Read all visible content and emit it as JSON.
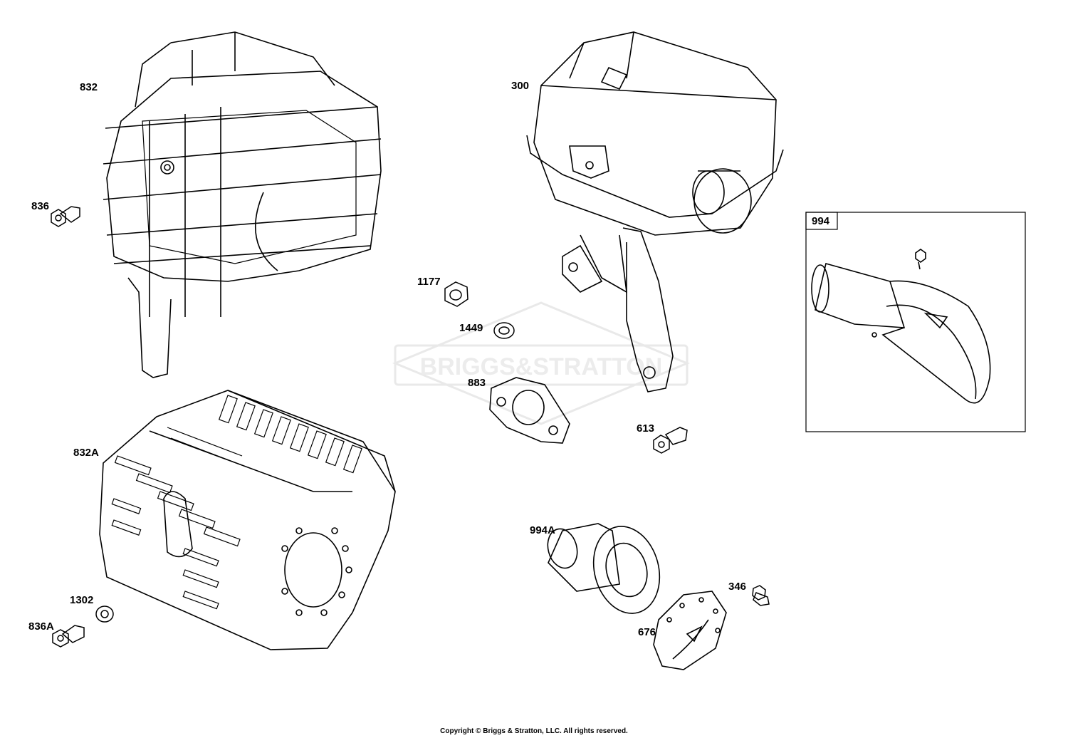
{
  "diagram": {
    "watermark": "BRIGGS&STRATTON",
    "callouts": [
      {
        "id": "c832",
        "label": "832"
      },
      {
        "id": "c836",
        "label": "836"
      },
      {
        "id": "c300",
        "label": "300"
      },
      {
        "id": "c1177",
        "label": "1177"
      },
      {
        "id": "c1449",
        "label": "1449"
      },
      {
        "id": "c883",
        "label": "883"
      },
      {
        "id": "c613",
        "label": "613"
      },
      {
        "id": "c832A",
        "label": "832A"
      },
      {
        "id": "c994A",
        "label": "994A"
      },
      {
        "id": "c346",
        "label": "346"
      },
      {
        "id": "c1302",
        "label": "1302"
      },
      {
        "id": "c836A",
        "label": "836A"
      },
      {
        "id": "c676",
        "label": "676"
      }
    ],
    "inset": {
      "label": "994"
    },
    "copyright": "Copyright © Briggs & Stratton, LLC. All rights reserved."
  }
}
